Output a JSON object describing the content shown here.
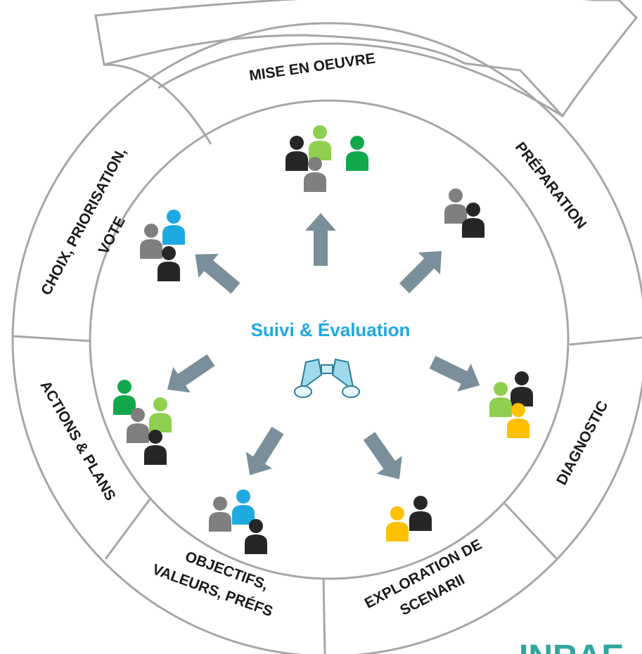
{
  "center": {
    "title": "Suivi & Évaluation",
    "icon": "binoculars-icon"
  },
  "top_arrow": {
    "label": "MISE EN OEUVRE"
  },
  "stages": [
    {
      "id": "preparation",
      "lines": [
        "PRÉPARATION"
      ]
    },
    {
      "id": "diagnostic",
      "lines": [
        "DIAGNOSTIC"
      ]
    },
    {
      "id": "exploration",
      "lines": [
        "EXPLORATION DE",
        "SCENARII"
      ]
    },
    {
      "id": "objectifs",
      "lines": [
        "OBJECTIFS,",
        "VALEURS, PRÉFS"
      ]
    },
    {
      "id": "actions",
      "lines": [
        "ACTIONS & PLANS"
      ]
    },
    {
      "id": "choix",
      "lines": [
        "CHOIX, PRIORISATION,",
        "VOTE"
      ]
    }
  ],
  "logo": {
    "text": "INRAE"
  },
  "colors": {
    "ring": "#a6a6a6",
    "arrow": "#7a8f9a",
    "center_title": "#1fa9e1",
    "logo": "#2fa6a0",
    "person_black": "#262626",
    "person_gray": "#7f7f7f",
    "person_lightgreen": "#8fcf4f",
    "person_green": "#11a84c",
    "person_blue": "#1fa9e1",
    "person_yellow": "#ffc000"
  }
}
